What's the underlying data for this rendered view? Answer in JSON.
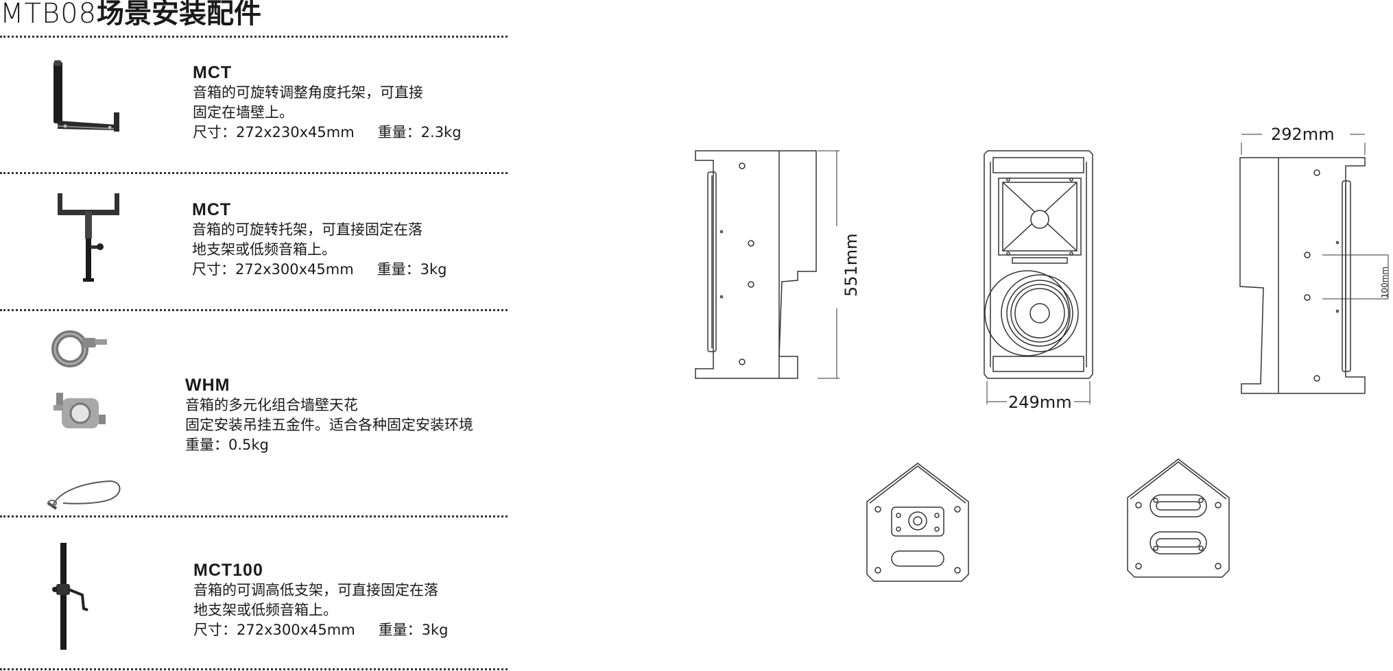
{
  "header": {
    "model": "MTB08",
    "title_cn": "场景安装配件"
  },
  "accessories": [
    {
      "name": "MCT",
      "desc1": "音箱的可旋转调整角度托架，可直接",
      "desc2": "固定在墙壁上。",
      "size": "尺寸：272x230x45mm",
      "weight": "重量：2.3kg"
    },
    {
      "name": "MCT",
      "desc1": "音箱的可旋转托架，可直接固定在落",
      "desc2": "地支架或低频音箱上。",
      "size": "尺寸：272x300x45mm",
      "weight": "重量：3kg"
    },
    {
      "name": "WHM",
      "desc1": "音箱的多元化组合墙壁天花",
      "desc2": "固定安装吊挂五金件。适合各种固定安装环境",
      "weight": "重量：0.5kg"
    },
    {
      "name": "MCT100",
      "desc1": "音箱的可调高低支架，可直接固定在落",
      "desc2": "地支架或低频音箱上。",
      "size": "尺寸：272x300x45mm",
      "weight": "重量：3kg"
    }
  ],
  "dimensions": {
    "height": "551mm",
    "width": "249mm",
    "depth": "292mm",
    "spacing": "100mm"
  }
}
